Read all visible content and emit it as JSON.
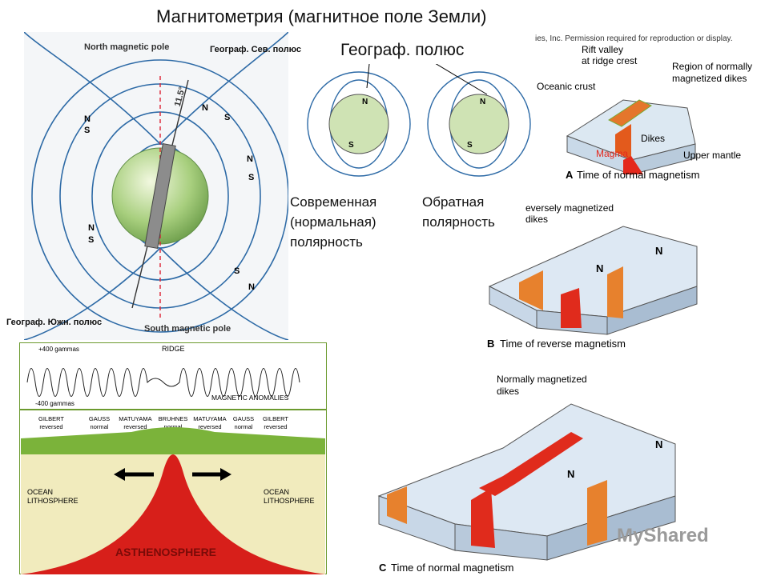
{
  "title": "Магнитометрия (магнитное поле Земли)",
  "geo_north_label": "Географ. Сев. полюс",
  "geo_south_label": "Географ. Южн. полюс",
  "geo_pole_label": "Географ. полюс",
  "caption_normal": [
    "Современная",
    "(нормальная)",
    "полярность"
  ],
  "caption_reverse": [
    "Обратная",
    "полярность"
  ],
  "dipole": {
    "north_pole": "North magnetic pole",
    "south_pole": "South magnetic pole",
    "angle": "11.5°",
    "n": "N",
    "s": "S"
  },
  "panelA": {
    "copyright": "ies, Inc. Permission required for reproduction or display.",
    "rift": "Rift valley",
    "rift2": "at ridge crest",
    "region": "Region of normally",
    "region2": "magnetized dikes",
    "crust": "Oceanic crust",
    "dikes": "Dikes",
    "magma": "Magma",
    "mantle": "Upper mantle",
    "caption_letter": "A",
    "caption": "Time of normal magnetism"
  },
  "panelB": {
    "label": "eversely magnetized",
    "label2": "dikes",
    "n": "N",
    "caption_letter": "B",
    "caption": "Time of reverse magnetism"
  },
  "panelC": {
    "label": "Normally magnetized",
    "label2": "dikes",
    "n": "N",
    "caption_letter": "C",
    "caption": "Time of normal magnetism"
  },
  "anomaly": {
    "plus": "+400 gammas",
    "minus": "-400 gammas",
    "ridge": "RIDGE",
    "anomalies": "MAGNETIC ANOMALIES",
    "epochs": [
      {
        "name": "GILBERT",
        "pol": "reversed"
      },
      {
        "name": "GAUSS",
        "pol": "normal"
      },
      {
        "name": "MATUYAMA",
        "pol": "reversed"
      },
      {
        "name": "BRUHNES",
        "pol": "normal"
      },
      {
        "name": "MATUYAMA",
        "pol": "reversed"
      },
      {
        "name": "GAUSS",
        "pol": "normal"
      },
      {
        "name": "GILBERT",
        "pol": "reversed"
      }
    ],
    "litho": [
      "OCEAN",
      "LITHOSPHERE"
    ],
    "astheno": "ASTHENOSPHERE"
  },
  "watermark": "MyShared"
}
